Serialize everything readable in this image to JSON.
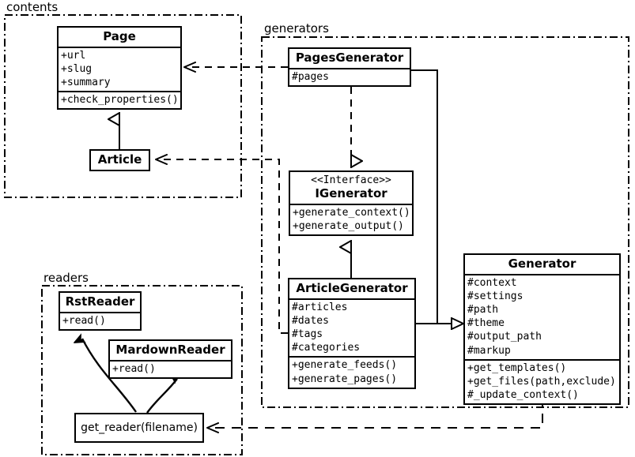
{
  "diagram": {
    "kind": "uml-class-diagram",
    "stroke_color": "#000000",
    "background_color": "#ffffff"
  },
  "packages": [
    {
      "id": "contents",
      "label": "contents"
    },
    {
      "id": "generators",
      "label": "generators"
    },
    {
      "id": "readers",
      "label": "readers"
    }
  ],
  "classes": {
    "page": {
      "name": "Page",
      "attributes": [
        "+url",
        "+slug",
        "+summary"
      ],
      "methods": [
        "+check_properties()"
      ]
    },
    "article": {
      "name": "Article",
      "attributes": [],
      "methods": []
    },
    "pages_generator": {
      "name": "PagesGenerator",
      "attributes": [
        "#pages"
      ],
      "methods": []
    },
    "igenerator": {
      "stereotype": "<<Interface>>",
      "name": "IGenerator",
      "attributes": [],
      "methods": [
        "+generate_context()",
        "+generate_output()"
      ]
    },
    "article_generator": {
      "name": "ArticleGenerator",
      "attributes": [
        "#articles",
        "#dates",
        "#tags",
        "#categories"
      ],
      "methods": [
        "+generate_feeds()",
        "+generate_pages()"
      ]
    },
    "generator": {
      "name": "Generator",
      "attributes": [
        "#context",
        "#settings",
        "#path",
        "#theme",
        "#output_path",
        "#markup"
      ],
      "methods": [
        "+get_templates()",
        "+get_files(path,exclude)",
        "#_update_context()"
      ]
    },
    "rst_reader": {
      "name": "RstReader",
      "attributes": [],
      "methods": [
        "+read()"
      ]
    },
    "mardown_reader": {
      "name": "MardownReader",
      "attributes": [],
      "methods": [
        "+read()"
      ]
    },
    "get_reader": {
      "name": "get_reader(filename)"
    }
  },
  "relationships": [
    {
      "id": "article-generalizes-page",
      "type": "generalization",
      "from": "Article",
      "to": "Page"
    },
    {
      "id": "pagesgenerator-realizes-igenerator",
      "type": "realization",
      "from": "PagesGenerator",
      "to": "IGenerator"
    },
    {
      "id": "articlegenerator-realizes-igenerator",
      "type": "generalization",
      "from": "ArticleGenerator",
      "to": "IGenerator"
    },
    {
      "id": "pagesgenerator-generalizes-generator",
      "type": "generalization",
      "from": "PagesGenerator",
      "to": "Generator"
    },
    {
      "id": "articlegenerator-generalizes-generator",
      "type": "generalization",
      "from": "ArticleGenerator",
      "to": "Generator"
    },
    {
      "id": "pagesgenerator-depends-page",
      "type": "dependency",
      "from": "PagesGenerator",
      "to": "Page"
    },
    {
      "id": "articlegenerator-depends-article",
      "type": "dependency",
      "from": "ArticleGenerator",
      "to": "Article"
    },
    {
      "id": "generator-depends-get_reader",
      "type": "dependency",
      "from": "Generator",
      "to": "get_reader(filename)"
    },
    {
      "id": "get_reader-creates-rstreader",
      "type": "association",
      "from": "get_reader(filename)",
      "to": "RstReader"
    },
    {
      "id": "get_reader-creates-mardownreader",
      "type": "association",
      "from": "get_reader(filename)",
      "to": "MardownReader"
    }
  ]
}
